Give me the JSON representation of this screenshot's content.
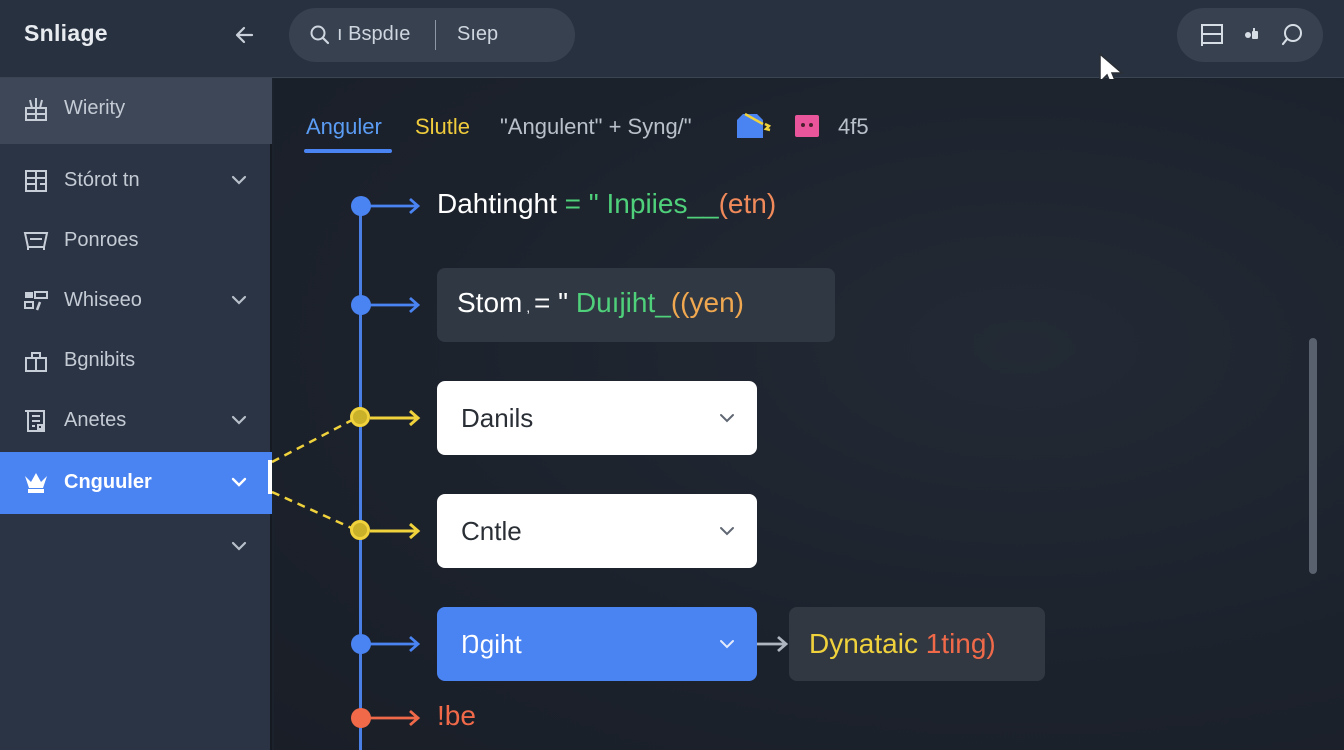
{
  "topbar": {
    "brand": "Snliage",
    "back_icon": "arrow-left-icon",
    "search": {
      "icon": "search-icon",
      "query": "ı Bspdıe",
      "step_label": "Sıep"
    },
    "tools": [
      {
        "name": "layout-icon"
      },
      {
        "name": "puzzle-icon"
      },
      {
        "name": "chat-bubble-icon"
      }
    ]
  },
  "sidebar": {
    "items": [
      {
        "label": "Wierity",
        "icon": "building-icon",
        "has_chevron": false
      },
      {
        "label": "Stórot tn",
        "icon": "grid-building-icon",
        "has_chevron": true
      },
      {
        "label": "Ponroes",
        "icon": "tray-icon",
        "has_chevron": false
      },
      {
        "label": "Whiseeo",
        "icon": "blocks-icon",
        "has_chevron": true
      },
      {
        "label": "Bgnibits",
        "icon": "bag-icon",
        "has_chevron": false
      },
      {
        "label": "Anetes",
        "icon": "register-icon",
        "has_chevron": true
      },
      {
        "label": "Cnguuler",
        "icon": "crown-icon",
        "has_chevron": true,
        "active": true
      },
      {
        "label": "",
        "icon": "",
        "has_chevron": true
      }
    ]
  },
  "main": {
    "tabs": [
      {
        "label": "Anguler",
        "color": "#5b9cf5",
        "active": true
      },
      {
        "label": "Slutle",
        "color": "#f0cc3c"
      },
      {
        "label": "\"Angulent\" + Syng/\"",
        "color": "#b9c0ca"
      },
      {
        "label": "4f5",
        "color": "#b9c0ca"
      }
    ],
    "tab_icons": [
      "folder-spark-icon",
      "pink-face-icon"
    ],
    "flow": {
      "line1": {
        "name": "Dahtinght",
        "op": " = \" ",
        "value": "Inpiies",
        "tail": "__",
        "paren": "(etn)"
      },
      "line2": {
        "name": "Stom",
        "dot": " ,  ",
        "op": "= \" ",
        "value": "Duıjiht",
        "tail": "_",
        "paren": "((yen)"
      },
      "select1": {
        "value": "Danils"
      },
      "select2": {
        "value": "Cntle"
      },
      "select3": {
        "value": "Ŋgiht"
      },
      "result": {
        "value": "Dynataic",
        "tail": " 1ting)"
      },
      "last_label": "!be"
    }
  },
  "colors": {
    "accent_blue": "#4a83f2",
    "yellow": "#f0d23c",
    "green": "#4fd07a",
    "orange": "#f08a5a",
    "red": "#f06a4a"
  }
}
